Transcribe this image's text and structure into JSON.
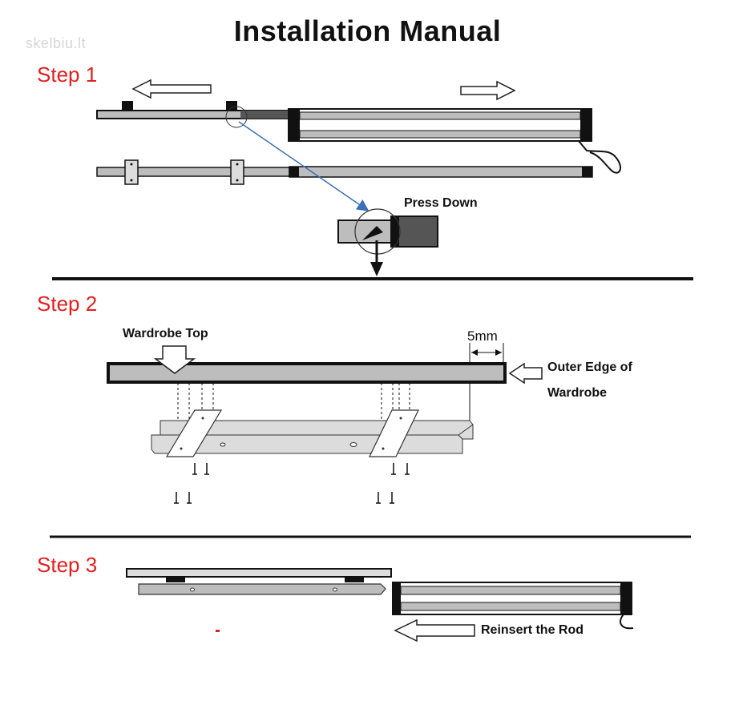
{
  "title": "Installation Manual",
  "watermark": "skelbiu.lt",
  "steps": [
    {
      "label": "Step 1",
      "callout": "Press Down"
    },
    {
      "label": "Step 2",
      "wardrobe_top": "Wardrobe Top",
      "gap": "5mm",
      "outer_edge_line1": "Outer Edge of",
      "outer_edge_line2": "Wardrobe"
    },
    {
      "label": "Step 3",
      "reinsert": "Reinsert the Rod"
    }
  ],
  "colors": {
    "step_label": "#e02020",
    "text": "#111111",
    "rod_fill": "#bdbdbd",
    "bracket_fill": "#dcdcdc",
    "leader_arrow": "#3b6fb6"
  }
}
